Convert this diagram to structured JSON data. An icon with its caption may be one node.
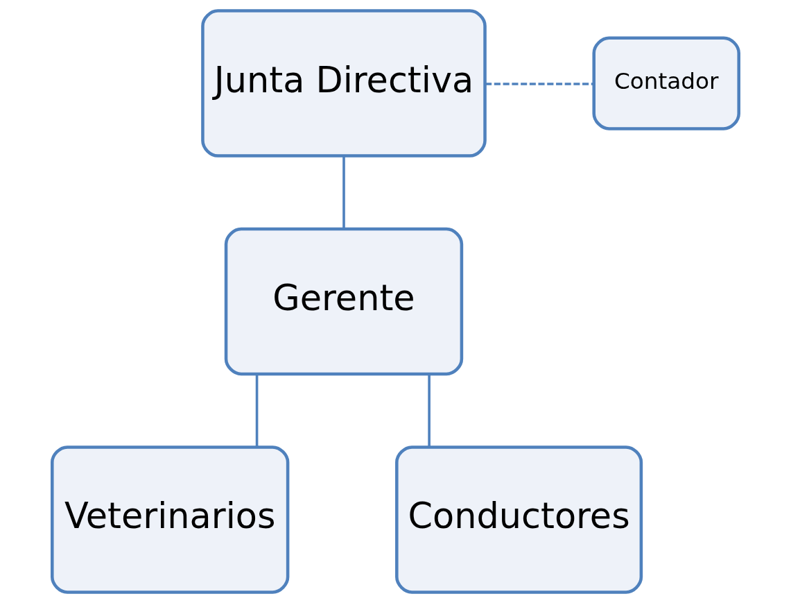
{
  "diagram": {
    "nodes": [
      {
        "text": [
          "Junta Directiva"
        ]
      },
      {
        "text": [
          "Contador"
        ]
      },
      {
        "text": [
          "Gerente"
        ]
      },
      {
        "text": [
          "Veterinarios"
        ]
      },
      {
        "text": [
          "Conductores"
        ]
      }
    ],
    "edges": [
      {
        "from": 0,
        "to": 1,
        "arrow": "none",
        "style": "dashed"
      },
      {
        "from": 0,
        "to": 2,
        "arrow": "none"
      },
      {
        "from": 2,
        "to": 3,
        "arrow": "none"
      },
      {
        "from": 2,
        "to": 4,
        "arrow": "none"
      }
    ]
  }
}
